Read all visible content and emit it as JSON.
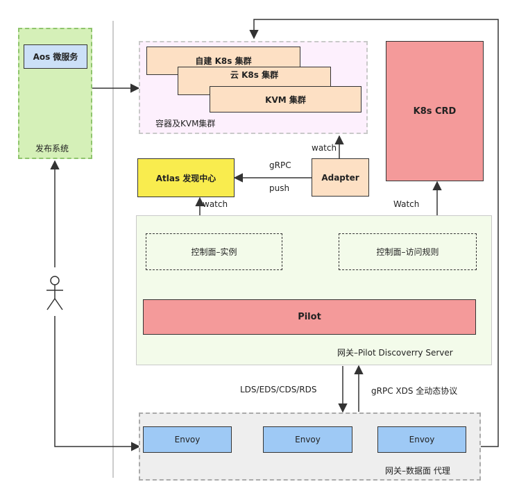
{
  "release_system": {
    "service_label": "Aos 微服务",
    "label": "发布系统"
  },
  "cluster_group": {
    "label": "容器及KVM集群",
    "clusters": [
      {
        "label": "自建  K8s 集群"
      },
      {
        "label": "云 K8s 集群"
      },
      {
        "label": "KVM 集群"
      }
    ]
  },
  "k8s_crd": {
    "label": "K8s CRD"
  },
  "atlas": {
    "label": "Atlas 发现中心"
  },
  "adapter": {
    "label": "Adapter"
  },
  "edge_labels": {
    "adapter_watch": "watch",
    "grpc": "gRPC",
    "push": "push",
    "atlas_watch": "watch",
    "crd_watch": "Watch",
    "down": "LDS/EDS/CDS/RDS",
    "up": "gRPC XDS 全动态协议"
  },
  "discovery_server": {
    "label": "网关–Pilot Discoverry Server",
    "control_instance": "控制面–实例",
    "control_rules": "控制面–访问规则",
    "pilot": "Pilot"
  },
  "data_plane": {
    "label": "网关–数据面 代理",
    "envoys": [
      "Envoy",
      "Envoy",
      "Envoy"
    ]
  },
  "colors": {
    "green_fill": "#d5f0b8",
    "green_border": "#8fc46d",
    "blue_fill": "#cce0f7",
    "blue_fill_envoy": "#9ec9f5",
    "peach_fill": "#fde0c4",
    "pink_bg": "#fdf0fd",
    "red_fill": "#f49a9a",
    "yellow_fill": "#f9ec4e",
    "light_green": "#f3fbea",
    "gray_fill": "#eeeeee"
  }
}
